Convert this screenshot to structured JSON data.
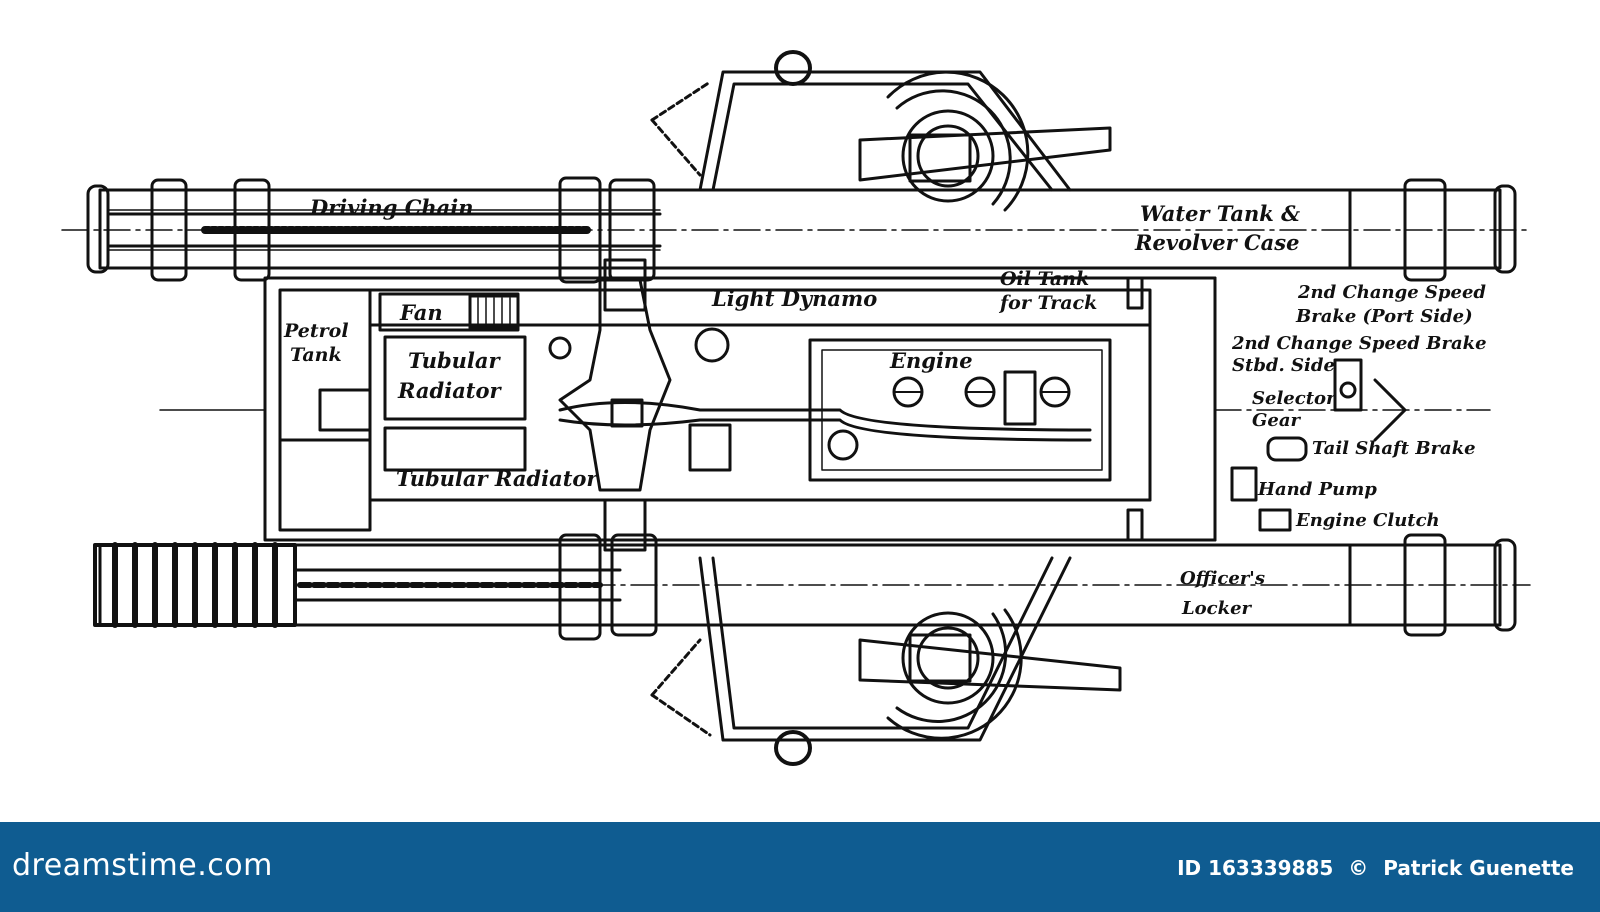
{
  "labels": {
    "driving_chain": "Driving Chain",
    "water_tank_1": "Water Tank &",
    "water_tank_2": "Revolver Case",
    "light_dynamo": "Light Dynamo",
    "oil_tank_1": "Oil Tank",
    "oil_tank_2": "for Track",
    "fan": "Fan",
    "petrol_tank_1": "Petrol",
    "petrol_tank_2": "Tank",
    "tubular_radiator_1": "Tubular",
    "tubular_radiator_2": "Radiator",
    "tubular_radiator_bottom": "Tubular Radiator",
    "engine": "Engine",
    "brake_port_1": "2nd Change Speed",
    "brake_port_2": "Brake (Port Side)",
    "brake_stbd_1": "2nd Change Speed Brake",
    "brake_stbd_2": "Stbd. Side",
    "selector_1": "Selector",
    "selector_2": "Gear",
    "tail_shaft_brake": "Tail Shaft Brake",
    "hand_pump": "Hand Pump",
    "engine_clutch": "Engine Clutch",
    "officers_1": "Officer's",
    "officers_2": "Locker"
  },
  "footer": {
    "brand": "dreamstime.com",
    "id_label": "ID 163339885",
    "copyright": "©",
    "author": "Patrick Guenette"
  },
  "colors": {
    "ink": "#111111",
    "footer_bg": "#0f5c91",
    "footer_text": "#ffffff"
  }
}
